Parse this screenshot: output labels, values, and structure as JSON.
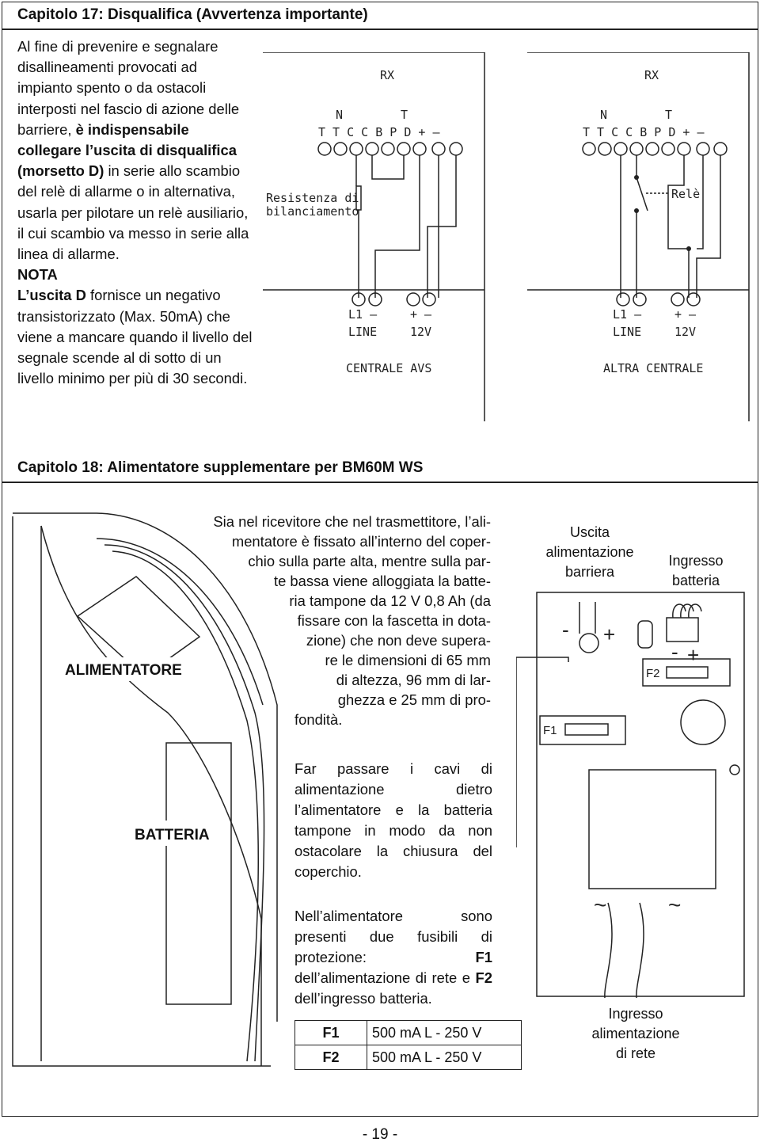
{
  "chapter17": {
    "title": "Capitolo 17: Disqualifica (Avvertenza importante)",
    "intro_part1": "Al fine di prevenire e segnalare disallineamenti provocati ad impianto spento o da ostacoli interposti nel fascio di azione delle barriere, ",
    "intro_bold": "è indispensabile collegare l’uscita di disqualifica (morsetto D)",
    "intro_part2": " in serie allo scambio del relè di allarme o in alternativa, usarla per pilotare un relè ausiliario, il cui scambio va messo in serie alla linea di allarme.",
    "nota": "NOTA",
    "nota_bold": "L’uscita D",
    "nota_text": " fornisce un negativo transistorizzato (Max. 50mA) che viene a mancare quando il livello del segnale scende al di sotto di un livello minimo per più di 30 secondi."
  },
  "diagram_left": {
    "rx": "RX",
    "top_n": "N",
    "top_t": "T",
    "terminals": "T T C C B P D + —",
    "resistor_label_1": "Resistenza di",
    "resistor_label_2": "bilanciamento",
    "l1": "L1 —",
    "line": "LINE",
    "plusminus": "+ —",
    "v12": "12V",
    "caption": "CENTRALE AVS"
  },
  "diagram_right": {
    "rx": "RX",
    "top_n": "N",
    "top_t": "T",
    "terminals": "T T C C B P D + —",
    "rele": "Relè",
    "l1": "L1 —",
    "line": "LINE",
    "plusminus": "+ —",
    "v12": "12V",
    "caption": "ALTRA CENTRALE"
  },
  "chapter18": {
    "title": "Capitolo 18: Alimentatore supplementare per BM60M WS",
    "para1_lines": [
      "Sia nel ricevitore che nel trasmettitore, l’ali-",
      "mentatore è fissato all’interno del coper-",
      "chio sulla parte alta, mentre sulla par-",
      "te bassa viene alloggiata la batte-",
      "ria tampone da 12 V 0,8 Ah (da",
      "fissare con la fascetta in dota-",
      "zione) che non deve supera-",
      "re le dimensioni di 65 mm",
      "di altezza, 96 mm di lar-",
      "ghezza e 25 mm di pro-",
      "fondità."
    ],
    "para2": "Far passare i cavi di alimentazione dietro l’alimentatore e la batteria tampone in modo da non ostacolare la chiusura del coperchio.",
    "para3_a": "Nell’alimentatore sono presenti due fusibili di protezione: ",
    "para3_f1": "F1",
    "para3_b": " dell’alimentazione di rete e ",
    "para3_f2": "F2",
    "para3_c": " dell’ingresso batteria.",
    "label_alimentatore": "ALIMENTATORE",
    "label_batteria": "BATTERIA",
    "label_uscita": [
      "Uscita",
      "alimentazione",
      "barriera"
    ],
    "label_ingresso_batt": [
      "Ingresso",
      "batteria"
    ],
    "label_ingresso_rete": [
      "Ingresso",
      "alimentazione",
      "di rete"
    ],
    "board_minus1": "-",
    "board_plus1": "+",
    "board_minus2": "-",
    "board_plus2": "+",
    "board_f1": "F1",
    "board_f2": "F2",
    "tilde": "~",
    "fuses": [
      {
        "name": "F1",
        "rating": "500 mA L - 250 V"
      },
      {
        "name": "F2",
        "rating": "500 mA L - 250 V"
      }
    ]
  },
  "page_number": "- 19 -"
}
